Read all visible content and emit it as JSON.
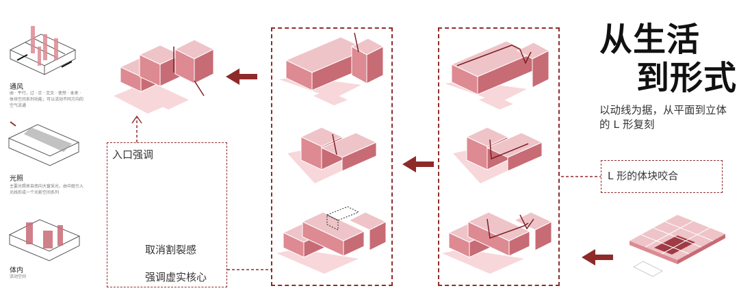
{
  "title": {
    "line1": "从生活",
    "line2": "到形式"
  },
  "subtitle": "以动线为据，从平面到立体的 L 形复刻",
  "labels": {
    "l_shape": "L 形的体块咬合",
    "entrance": "入口强调",
    "cancel_split": "取消割裂感",
    "emphasize_core": "强调虚实核心"
  },
  "sidebar": {
    "items": [
      {
        "title": "通风",
        "text": "由 · 平行，过 · 正 · 交叉 · 使然 · 本来 · 体块空间系列功能，可以活动不同方向的空气流通"
      },
      {
        "title": "光照",
        "text": "主要光照来自南向大窗采光，由中庭引入光线形成一个光影空间系列"
      },
      {
        "title": "体内",
        "text": "流动空间"
      }
    ]
  },
  "colors": {
    "accent": "#8f2a2a",
    "block_top": "#eec4c8",
    "block_front": "#dd8a92",
    "block_side": "#c76b75",
    "shadow": "#f7d7da"
  }
}
